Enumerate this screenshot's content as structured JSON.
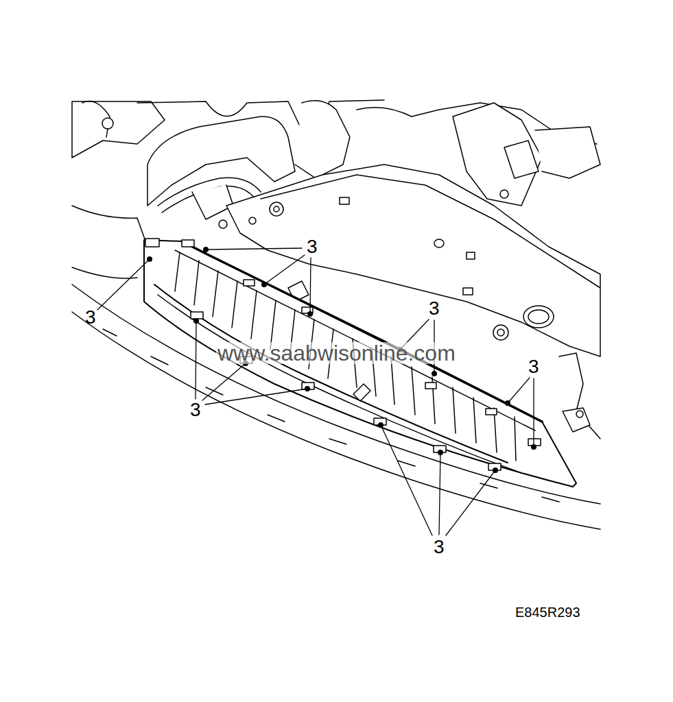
{
  "diagram": {
    "labels": [
      "3",
      "3",
      "3",
      "3",
      "3",
      "3",
      "www.saabwisonline.com",
      "E845R293"
    ]
  }
}
